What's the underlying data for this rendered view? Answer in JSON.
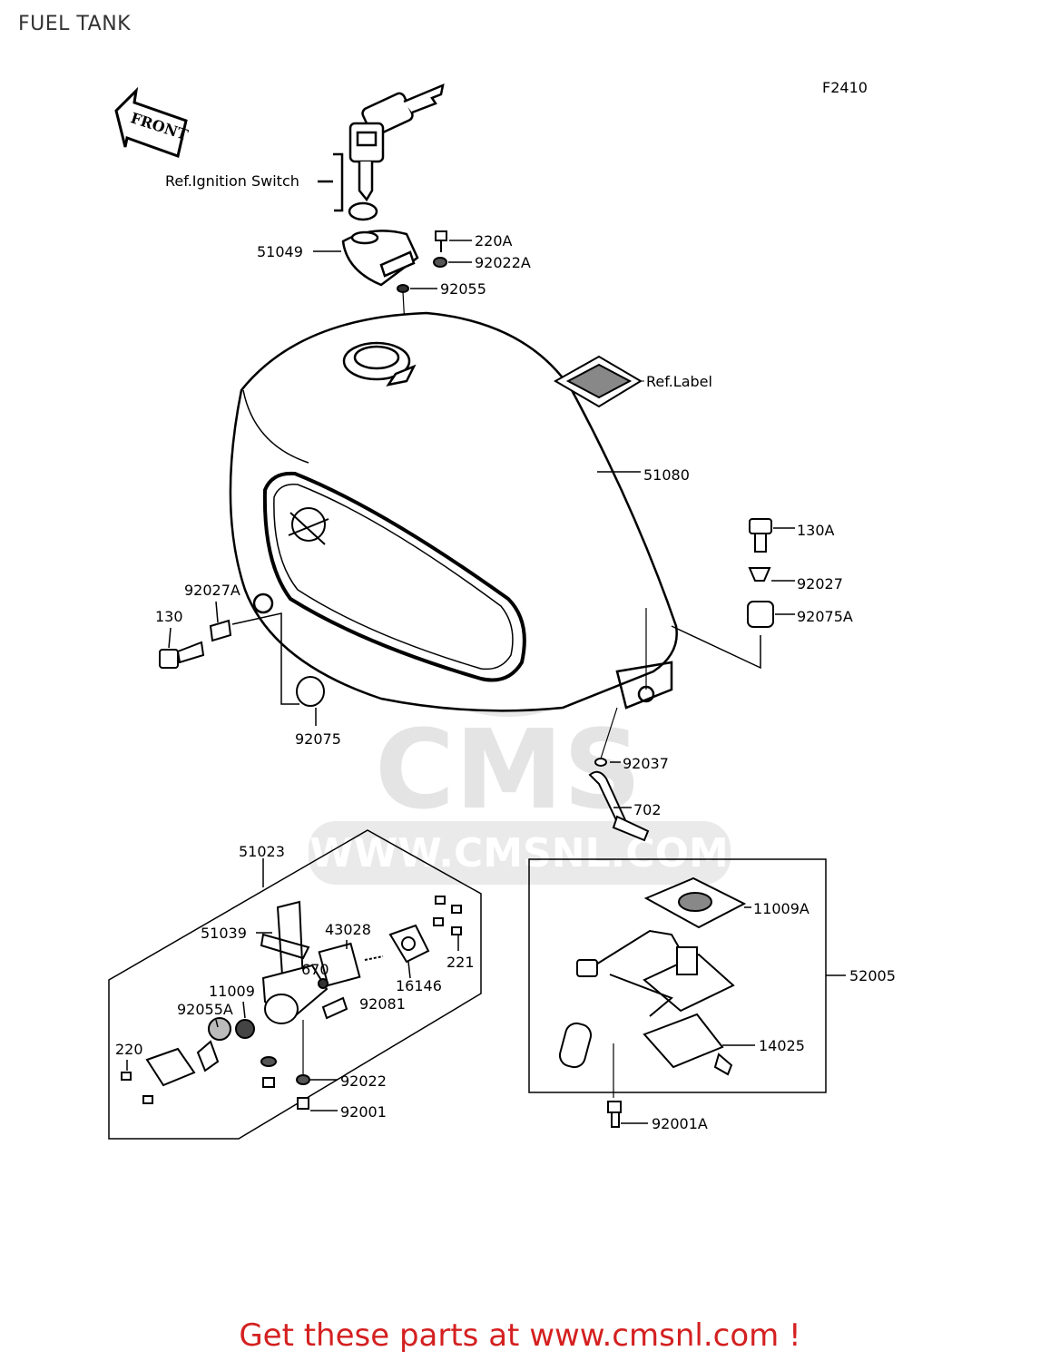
{
  "title": "FUEL TANK",
  "diagram_code": "F2410",
  "front_arrow": "FRONT",
  "watermark": {
    "logo": "CMS",
    "url": "WWW.CMSNL.COM"
  },
  "labels": {
    "ref_ignition": "Ref.Ignition Switch",
    "p51049": "51049",
    "p220A": "220A",
    "p92022A": "92022A",
    "p92055": "92055",
    "ref_label": "Ref.Label",
    "p51080": "51080",
    "p130A": "130A",
    "p92027": "92027",
    "p92075A": "92075A",
    "p92027A": "92027A",
    "p130": "130",
    "p92075": "92075",
    "p92037": "92037",
    "p702": "702",
    "p51023": "51023",
    "p51039": "51039",
    "p43028": "43028",
    "p670": "670",
    "p221": "221",
    "p16146": "16146",
    "p92081": "92081",
    "p11009": "11009",
    "p92055A": "92055A",
    "p220": "220",
    "p92022": "92022",
    "p92001": "92001",
    "p11009A": "11009A",
    "p52005": "52005",
    "p14025": "14025",
    "p92001A": "92001A"
  },
  "promo": {
    "prefix": "Get these parts at ",
    "link": "www.cmsnl.com",
    "suffix": " !",
    "color": "#d42020"
  }
}
